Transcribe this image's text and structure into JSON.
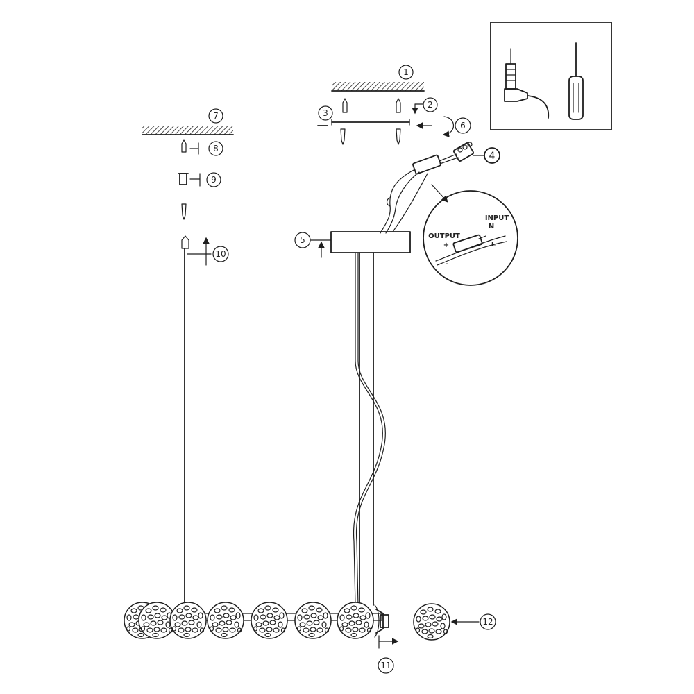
{
  "callouts": {
    "c1": "1",
    "c2": "2",
    "c3": "3",
    "c4": "4",
    "c5": "5",
    "c6": "6",
    "c7": "7",
    "c8": "8",
    "c9": "9",
    "c10": "10",
    "c11": "11",
    "c12": "12"
  },
  "detail": {
    "input": "INPUT",
    "n": "N",
    "l": "L",
    "output": "OUTPUT",
    "plus": "+",
    "minus": "-"
  },
  "tools": [
    "drill-icon",
    "screwdriver-icon"
  ],
  "colors": {
    "line": "#1e1e1e",
    "background": "#ffffff"
  }
}
